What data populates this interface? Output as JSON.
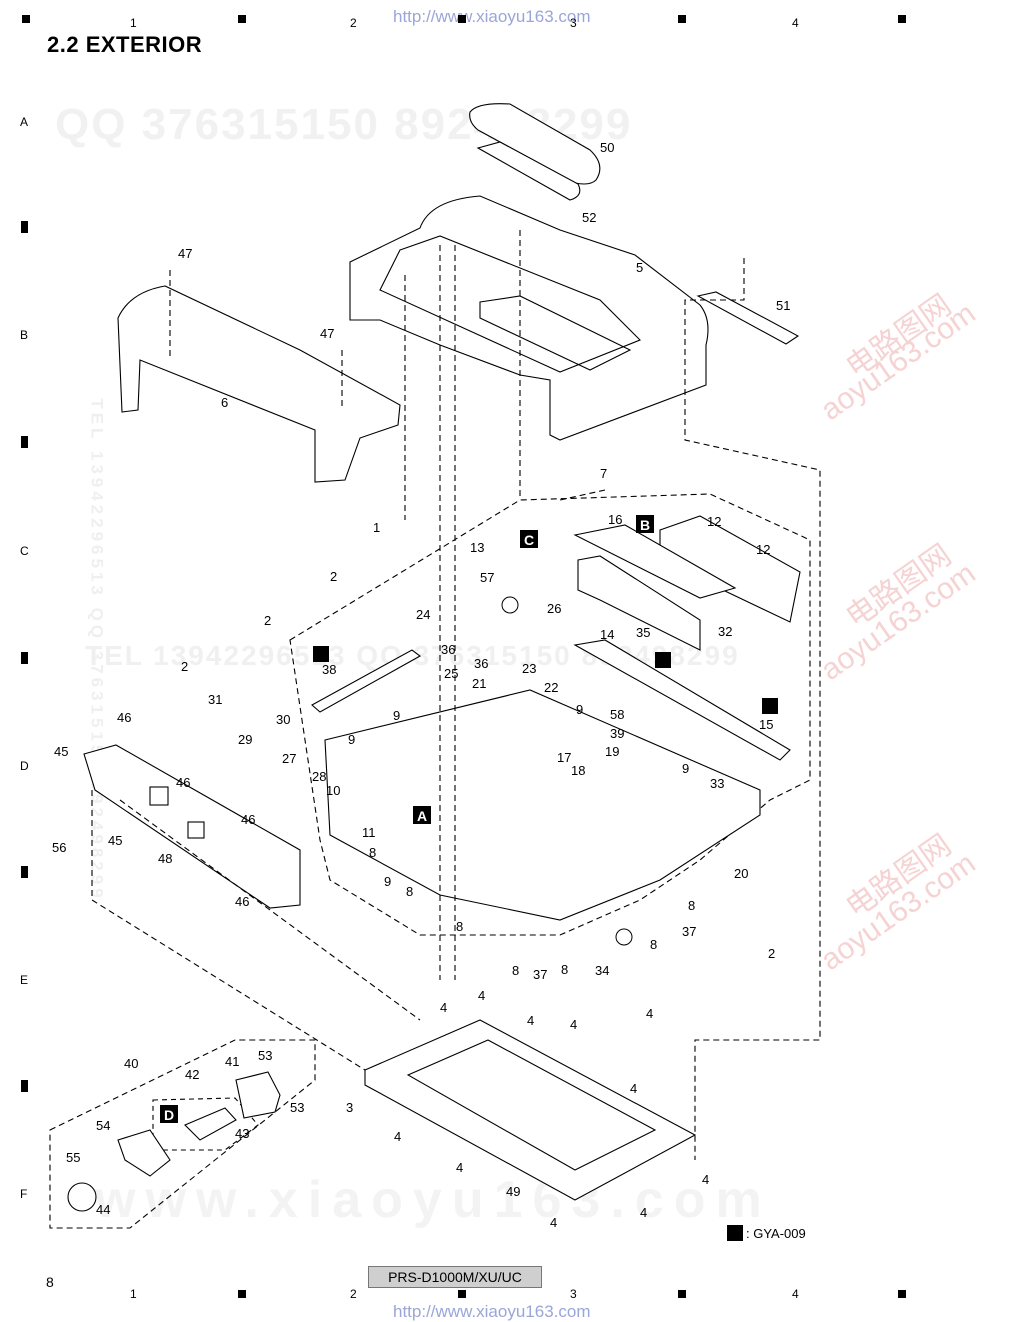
{
  "header": {
    "title": "2.2  EXTERIOR",
    "url_top": "http://www.xiaoyu163.com",
    "url_bottom": "http://www.xiaoyu163.com"
  },
  "grid": {
    "columns": [
      "1",
      "2",
      "3",
      "4"
    ],
    "rows": [
      "A",
      "B",
      "C",
      "D",
      "E",
      "F"
    ]
  },
  "watermarks": {
    "qq_top": "QQ 376315150    892498299",
    "tel_mid": "TEL   13942296513   QQ 376315150   892498299",
    "side": "TEL 13942296513  QQ 376315150  892498299",
    "diag1": "电路图网",
    "diag2": "aoyu163.com",
    "footer_site": "www.xiaoyu163.com"
  },
  "sections": [
    {
      "letter": "A"
    },
    {
      "letter": "B"
    },
    {
      "letter": "C"
    },
    {
      "letter": "D"
    }
  ],
  "callouts": [
    "50",
    "52",
    "5",
    "51",
    "47",
    "47",
    "6",
    "7",
    "1",
    "16",
    "12",
    "12",
    "13",
    "2",
    "57",
    "26",
    "2",
    "24",
    "36",
    "36",
    "14",
    "35",
    "32",
    "2",
    "38",
    "25",
    "23",
    "21",
    "22",
    "31",
    "30",
    "46",
    "9",
    "58",
    "39",
    "15",
    "45",
    "29",
    "9",
    "9",
    "17",
    "19",
    "27",
    "18",
    "28",
    "10",
    "9",
    "33",
    "45",
    "11",
    "56",
    "46",
    "46",
    "8",
    "48",
    "20",
    "9",
    "8",
    "8",
    "46",
    "8",
    "37",
    "8",
    "2",
    "8",
    "37",
    "8",
    "34",
    "4",
    "4",
    "4",
    "4",
    "4",
    "4",
    "40",
    "41",
    "53",
    "42",
    "53",
    "54",
    "43",
    "4",
    "3",
    "55",
    "4",
    "4",
    "44",
    "49",
    "4",
    "4",
    "3"
  ],
  "reference": {
    "code": ": GYA-009"
  },
  "footer": {
    "model": "PRS-D1000M/XU/UC",
    "page": "8"
  }
}
